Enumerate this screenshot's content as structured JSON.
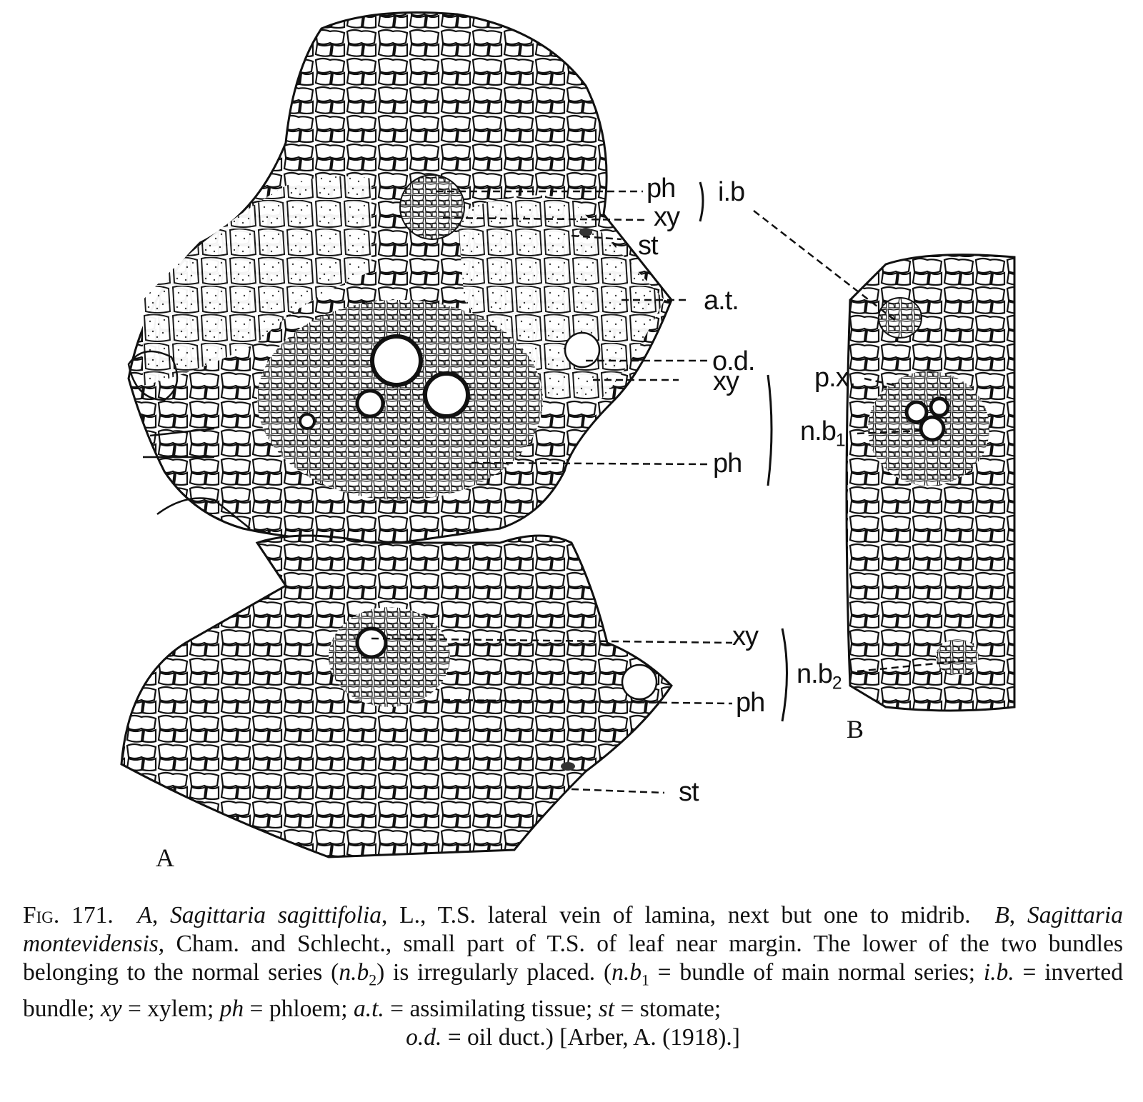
{
  "figure": {
    "panels": [
      {
        "id": "A",
        "label": "A",
        "species": "Sagittaria sagittifolia, L."
      },
      {
        "id": "B",
        "label": "B",
        "species": "Sagittaria montevidensis, Cham. and Schlecht."
      }
    ],
    "labels_A": {
      "ph_top": "ph",
      "xy_top": "xy",
      "st_top": "st",
      "at": "a.t.",
      "od": "o.d.",
      "xy_mid": "xy",
      "ph_mid": "ph",
      "xy_low": "xy",
      "ph_low": "ph",
      "st_bottom": "st"
    },
    "labels_B": {
      "ib": "i.b",
      "px": "p.x.",
      "nb1": "n.b",
      "nb1_sub": "1",
      "nb2": "n.b",
      "nb2_sub": "2"
    }
  },
  "caption": {
    "fig_label": "Fig. 171.",
    "a_letter": "A",
    "a_species": "Sagittaria sagittifolia",
    "a_text": ", L., T.S. lateral vein of lamina, next but one to midrib.",
    "b_letter": "B",
    "b_species": "Sagittaria montevidensis",
    "b_text": ", Cham. and Schlecht., small part of T.S. of leaf near margin. The lower of the two bundles belonging to the normal series (",
    "nb2": "n.b",
    "nb2_sub": "2",
    "t1": ") is irregularly placed. (",
    "nb1": "n.b",
    "nb1_sub": "1",
    "t2": " = bundle of main normal series; ",
    "ib": "i.b.",
    "t3": " = inverted bundle;  ",
    "xy": "xy",
    "t4": " = xylem;  ",
    "ph": "ph",
    "t5": " = phloem;  ",
    "at": "a.t.",
    "t6": " = assimilating tissue;  ",
    "st": "st",
    "t7": " = stomate;",
    "od": "o.d.",
    "t8": " = oil duct.)  [Arber, A. (1918).]"
  }
}
